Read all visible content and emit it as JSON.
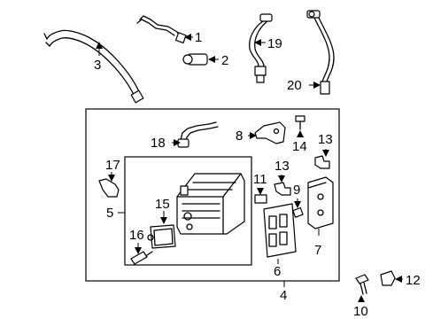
{
  "callouts": {
    "c1": "1",
    "c2": "2",
    "c3": "3",
    "c4": "4",
    "c5": "5",
    "c6": "6",
    "c7": "7",
    "c8": "8",
    "c9": "9",
    "c10": "10",
    "c11": "11",
    "c12": "12",
    "c13a": "13",
    "c13b": "13",
    "c14": "14",
    "c15": "15",
    "c16": "16",
    "c17": "17",
    "c18": "18",
    "c19": "19",
    "c20": "20"
  }
}
